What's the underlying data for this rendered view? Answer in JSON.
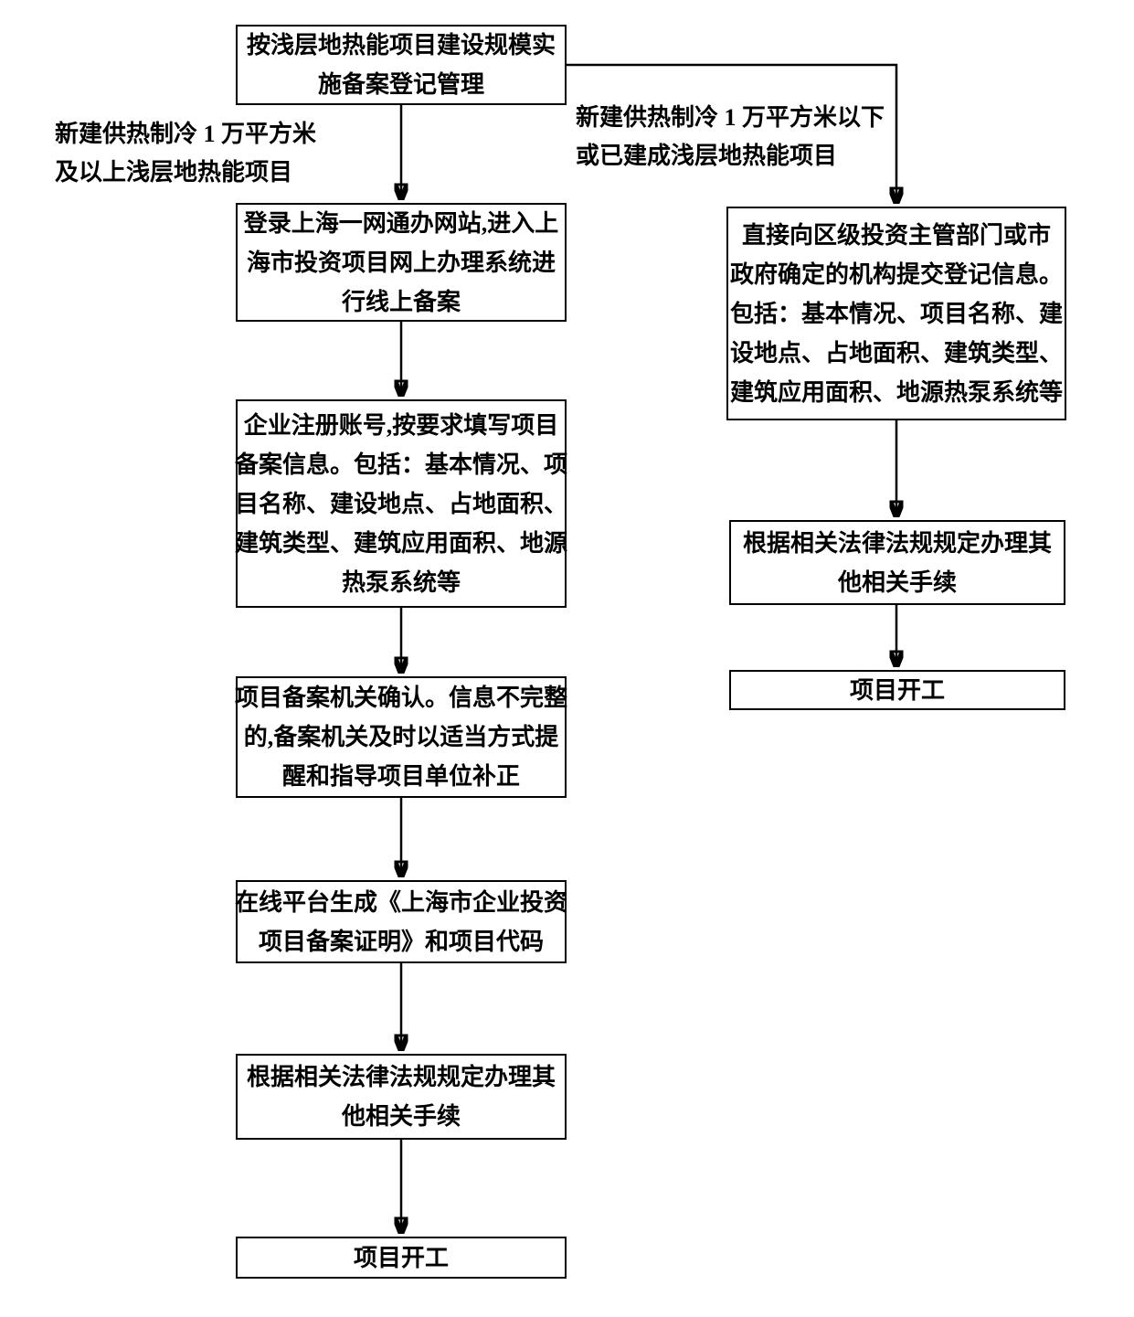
{
  "flowchart": {
    "root": "按浅层地热能项目建设规模实\n施备案登记管理",
    "left_label": "新建供热制冷 1 万平方米\n及以上浅层地热能项目",
    "right_label": "新建供热制冷 1 万平方米以下\n或已建成浅层地热能项目",
    "left": {
      "step1": "登录上海一网通办网站,进入上\n海市投资项目网上办理系统进\n行线上备案",
      "step2": "企业注册账号,按要求填写项目\n备案信息。包括：基本情况、项\n目名称、建设地点、占地面积、\n建筑类型、建筑应用面积、地源\n热泵系统等",
      "step3": "项目备案机关确认。信息不完整\n的,备案机关及时以适当方式提\n醒和指导项目单位补正",
      "step4": "在线平台生成《上海市企业投资\n项目备案证明》和项目代码",
      "step5": "根据相关法律法规规定办理其\n他相关手续",
      "step6": "项目开工"
    },
    "right": {
      "step1": "直接向区级投资主管部门或市\n政府确定的机构提交登记信息。\n包括：基本情况、项目名称、建\n设地点、占地面积、建筑类型、\n建筑应用面积、地源热泵系统等",
      "step2": "根据相关法律法规规定办理其\n他相关手续",
      "step3": "项目开工"
    },
    "colors": {
      "line": "#000000",
      "border": "#000000",
      "text": "#000000",
      "background": "#ffffff"
    }
  }
}
